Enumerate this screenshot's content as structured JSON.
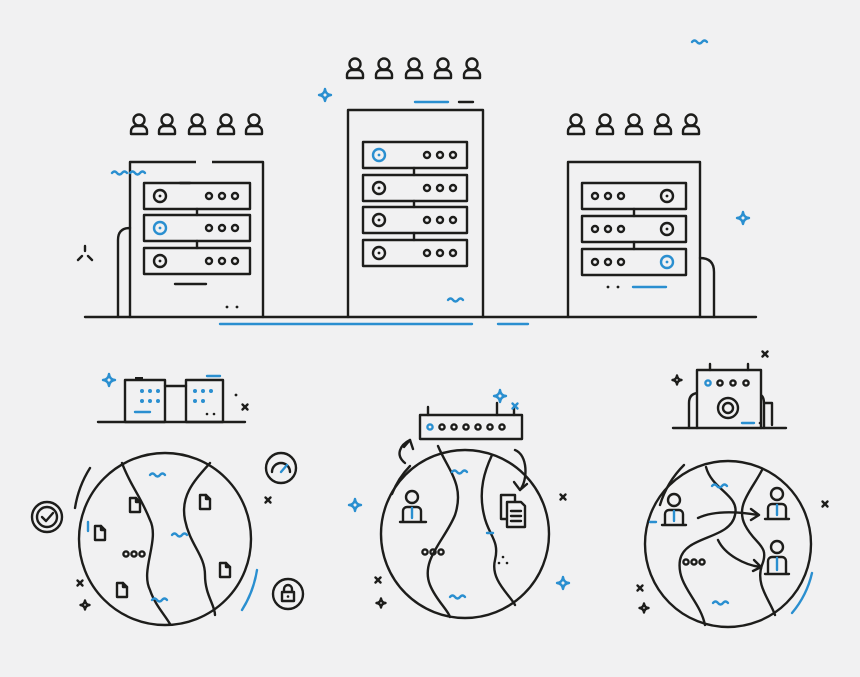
{
  "colors": {
    "background": "#f1f1f2",
    "line": "#1d1d1b",
    "accent": "#2a8fd0"
  },
  "scene": {
    "server_racks": [
      {
        "name": "left-rack",
        "users": 5,
        "units": 3
      },
      {
        "name": "center-rack",
        "users": 5,
        "units": 4
      },
      {
        "name": "right-rack",
        "users": 5,
        "units": 3
      }
    ],
    "globes": [
      {
        "name": "left-globe",
        "topic": "documents-security",
        "icons": [
          "document-icon",
          "checkmark-icon",
          "speed-gauge-icon",
          "padlock-icon"
        ]
      },
      {
        "name": "center-globe",
        "topic": "router-user-files",
        "icons": [
          "router-icon",
          "user-icon",
          "files-icon"
        ]
      },
      {
        "name": "right-globe",
        "topic": "device-users-transfer",
        "icons": [
          "device-icon",
          "user-icon",
          "arrow-icon"
        ]
      }
    ]
  }
}
